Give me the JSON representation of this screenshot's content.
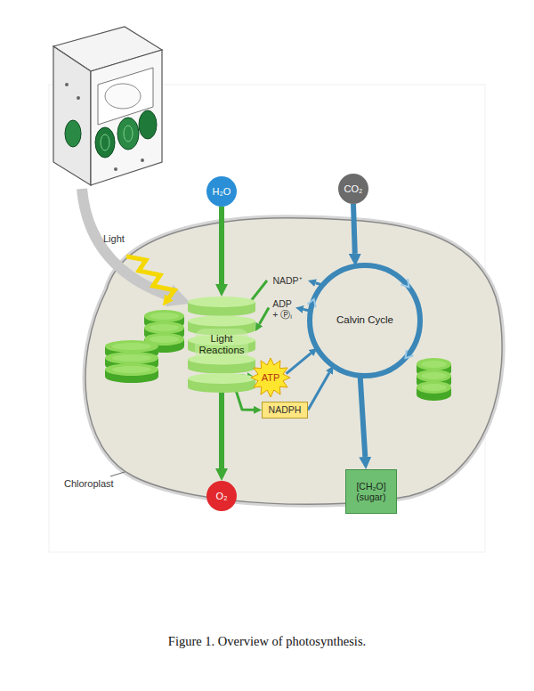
{
  "diagram": {
    "caption": "Figure 1. Overview of photosynthesis.",
    "nodes": [
      {
        "text": [
          "H₂O"
        ]
      },
      {
        "text": [
          "CO₂"
        ]
      },
      {
        "text": [
          "Chloroplast"
        ]
      },
      {
        "text": [
          "Light Reactions"
        ],
        "in": 2
      },
      {
        "text": [
          "Calvin Cycle"
        ],
        "in": 2
      },
      {
        "text": [
          "NADP⁺"
        ],
        "in": 2
      },
      {
        "text": [
          "ADP + Ⓟᵢ"
        ],
        "in": 2
      },
      {
        "text": [
          "ATP"
        ],
        "in": 2
      },
      {
        "text": [
          "NADPH"
        ],
        "in": 2
      },
      {
        "text": [
          "O₂"
        ]
      },
      {
        "text": [
          "[CH₂O] (sugar)"
        ]
      }
    ],
    "edges": [
      {
        "from": 0,
        "to": 3,
        "arrow": "to"
      },
      {
        "from": 3,
        "to": 9,
        "arrow": "to"
      },
      {
        "from": 1,
        "to": 4,
        "arrow": "to"
      },
      {
        "from": 4,
        "to": 10,
        "arrow": "to"
      },
      {
        "from": 4,
        "to": 5,
        "arrow": "to"
      },
      {
        "from": 5,
        "to": 3,
        "arrow": "to"
      },
      {
        "from": 4,
        "to": 6,
        "arrow": "to"
      },
      {
        "from": 6,
        "to": 3,
        "arrow": "to"
      },
      {
        "from": 3,
        "to": 7,
        "arrow": "to"
      },
      {
        "from": 7,
        "to": 4,
        "arrow": "to"
      },
      {
        "from": 3,
        "to": 8,
        "arrow": "to"
      },
      {
        "from": 8,
        "to": 4,
        "arrow": "to"
      }
    ],
    "labels": [
      "Light"
    ]
  }
}
